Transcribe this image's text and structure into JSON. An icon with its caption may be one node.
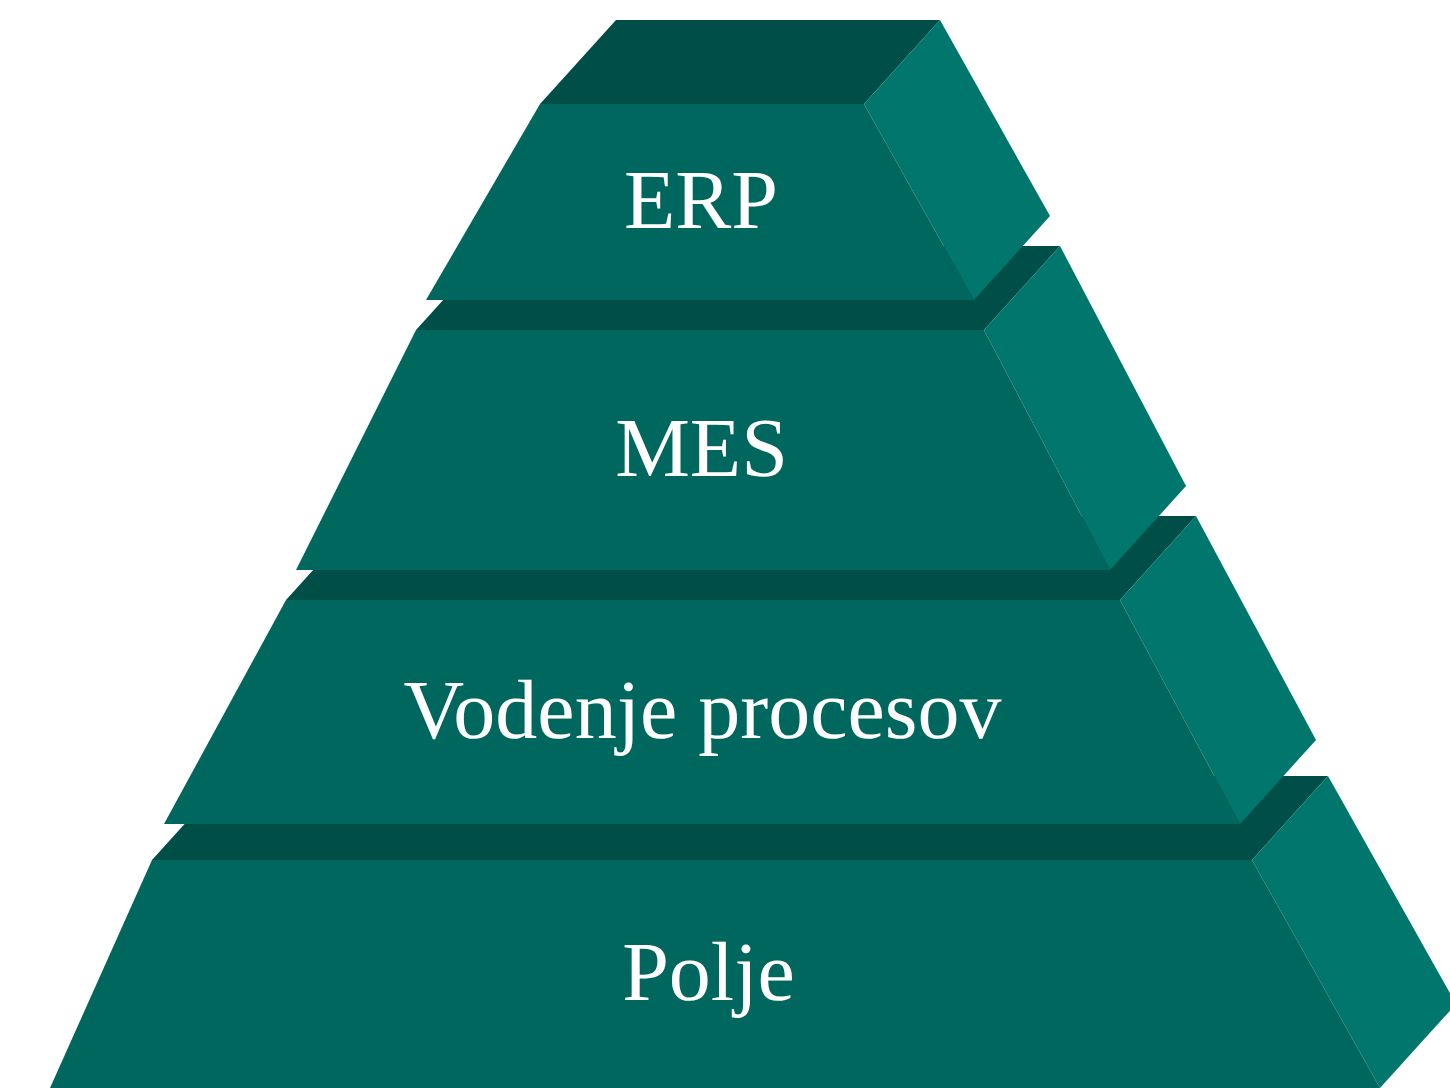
{
  "diagram": {
    "nodes": [
      {
        "text": [
          "ERP"
        ]
      },
      {
        "text": [
          "MES"
        ]
      },
      {
        "text": [
          "Vodenje procesov"
        ]
      },
      {
        "text": [
          "Polje"
        ]
      }
    ]
  }
}
